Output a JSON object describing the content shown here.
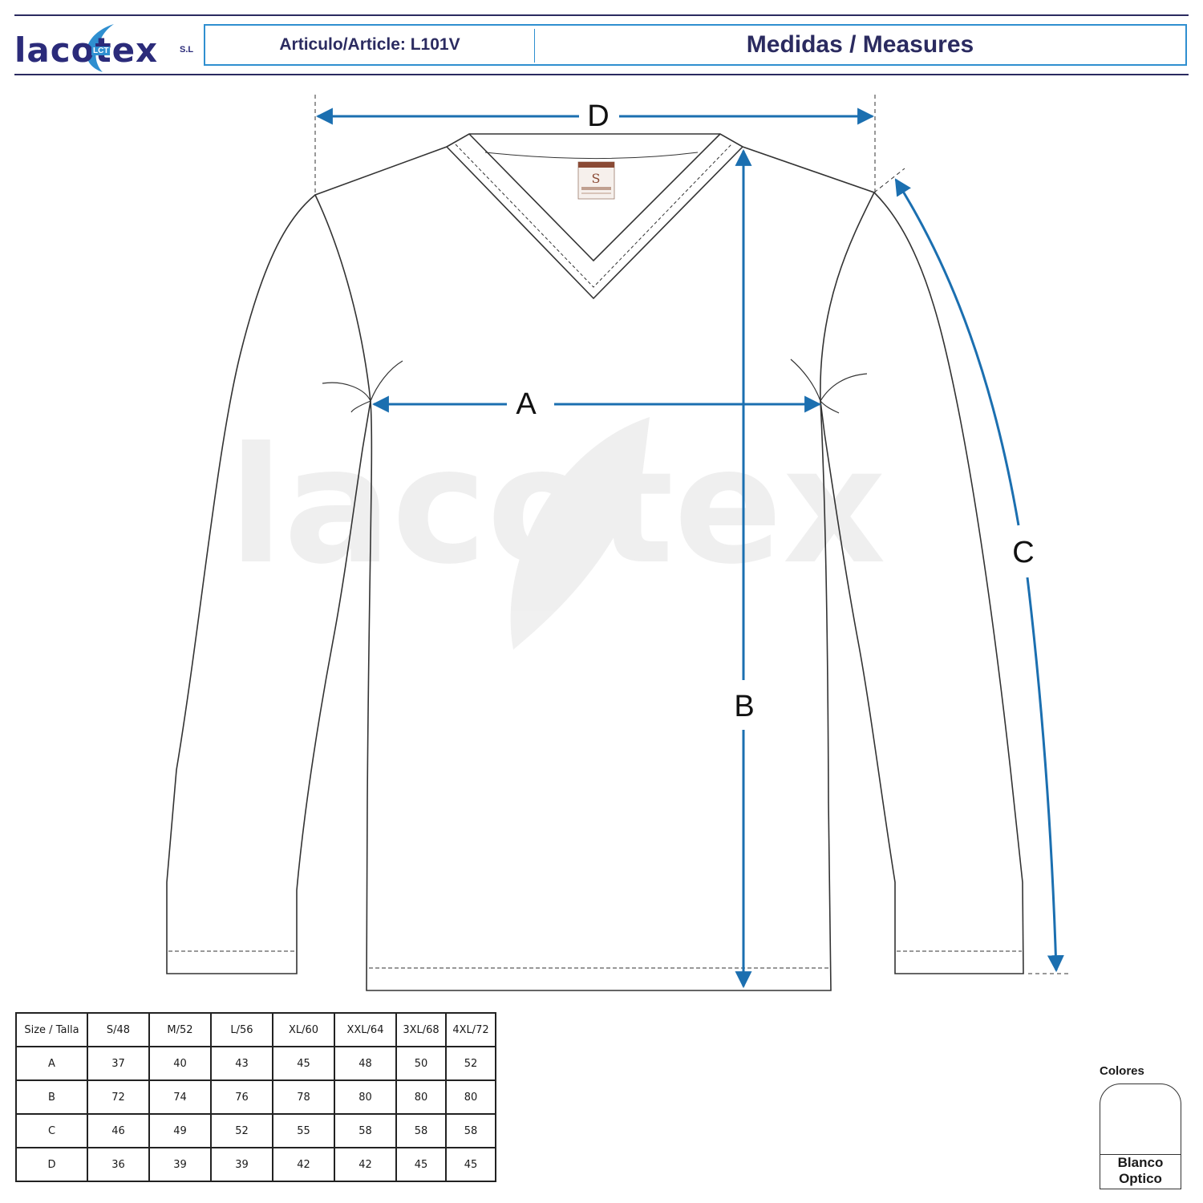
{
  "header": {
    "logo_text": "lacotex",
    "logo_suffix": "S.L",
    "logo_badge": "LCT",
    "article": "Articulo/Article: L101V",
    "title": "Medidas / Measures"
  },
  "diagram": {
    "labels": {
      "a": "A",
      "b": "B",
      "c": "C",
      "d": "D"
    },
    "watermark": "lacotex",
    "watermark_badge": "LCT",
    "arrow_color": "#1b6fb0"
  },
  "size_table": {
    "corner": "Size / Talla",
    "sizes": [
      "S/48",
      "M/52",
      "L/56",
      "XL/60",
      "XXL/64",
      "3XL/68",
      "4XL/72"
    ],
    "rows": [
      {
        "label": "A",
        "values": [
          "37",
          "40",
          "43",
          "45",
          "48",
          "50",
          "52"
        ]
      },
      {
        "label": "B",
        "values": [
          "72",
          "74",
          "76",
          "78",
          "80",
          "80",
          "80"
        ]
      },
      {
        "label": "C",
        "values": [
          "46",
          "49",
          "52",
          "55",
          "58",
          "58",
          "58"
        ]
      },
      {
        "label": "D",
        "values": [
          "36",
          "39",
          "39",
          "42",
          "42",
          "45",
          "45"
        ]
      }
    ]
  },
  "colors": {
    "title": "Colores",
    "swatches": [
      {
        "name": "Blanco Optico",
        "line1": "Blanco",
        "line2": "Optico",
        "hex": "#ffffff"
      }
    ]
  }
}
